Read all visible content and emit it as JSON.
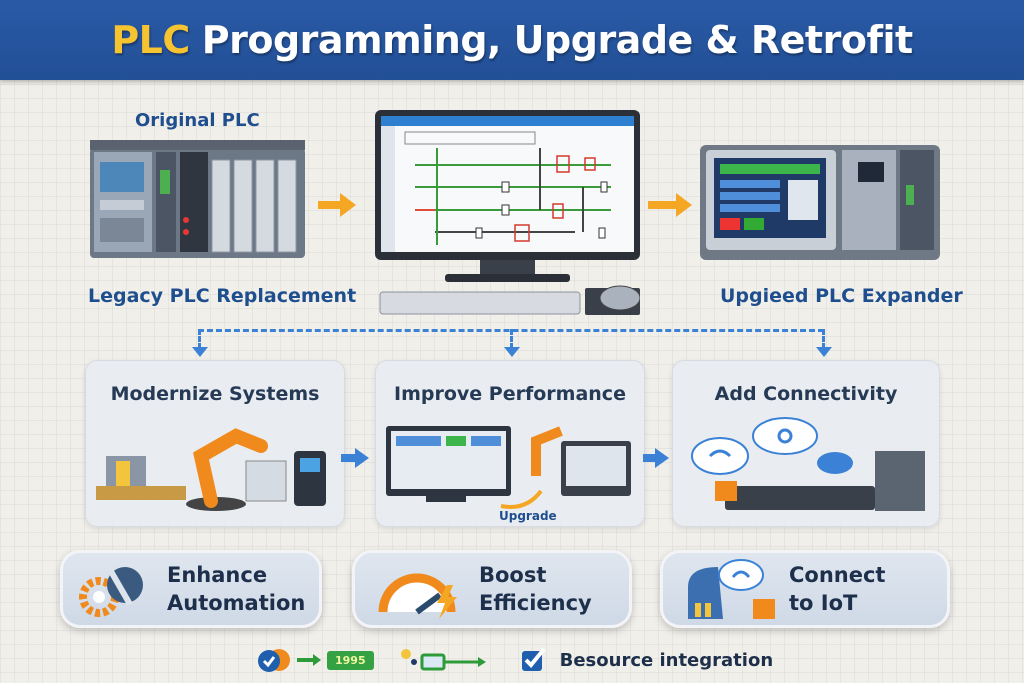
{
  "header": {
    "title_accent": "PLC",
    "title_rest": "Programming, Upgrade & Retrofit"
  },
  "top": {
    "original_label": "Original PLC",
    "left_caption": "Legacy PLC Replacement",
    "right_caption": "Upgieed PLC Expander"
  },
  "panels": [
    {
      "title": "Modernize Systems"
    },
    {
      "title": "Improve Performance",
      "sublabel": "Upgrade"
    },
    {
      "title": "Add Connectivity"
    }
  ],
  "cards": [
    {
      "line1": "Enhance",
      "line2": "Automation",
      "icon": "gear-icon"
    },
    {
      "line1": "Boost",
      "line2": "Efficiency",
      "icon": "gauge-icon"
    },
    {
      "line1": "Connect",
      "line2": "to IoT",
      "icon": "cloud-wifi-icon"
    }
  ],
  "footer": {
    "badge": "1995",
    "text": "Besource integration"
  },
  "colors": {
    "header": "#2557a0",
    "accent": "#f6c431",
    "label": "#1f4e8f",
    "arrow_orange": "#f5a623",
    "arrow_blue": "#3b82d6"
  }
}
